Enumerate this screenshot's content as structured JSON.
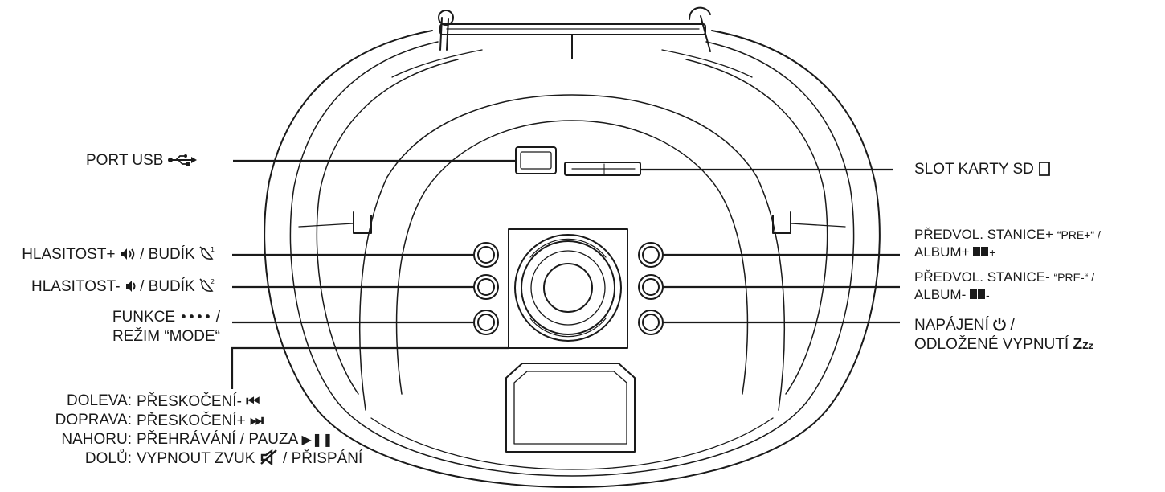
{
  "labels": {
    "usb": {
      "text": "PORT USB",
      "icon": "usb-icon"
    },
    "vol_up": {
      "text": "HLASITOST+",
      "sep": "/ BUDÍK",
      "icon": "volume-up-icon",
      "icon2": "alarm-1-icon"
    },
    "vol_down": {
      "text": "HLASITOST-",
      "sep": "/ BUDÍK",
      "icon": "volume-down-icon",
      "icon2": "alarm-2-icon"
    },
    "funkce": {
      "line1": "FUNKCE",
      "line1_end": "/",
      "line2": "REŽIM “MODE“",
      "icon": "dots-icon"
    },
    "sd": {
      "text": "SLOT KARTY SD",
      "icon": "sd-card-icon"
    },
    "preset_up": {
      "line1": "PŘEDVOL. STANICE+",
      "quote": "“PRE+“ /",
      "line2": "ALBUM+",
      "suffix": "+",
      "icon": "album-icon"
    },
    "preset_down": {
      "line1": "PŘEDVOL. STANICE-",
      "quote": "“PRE-“ /",
      "line2": "ALBUM-",
      "suffix": "-",
      "icon": "album-icon"
    },
    "power": {
      "line1": "NAPÁJENÍ",
      "line1_end": "/",
      "line2": "ODLOŽENÉ VYPNUTÍ",
      "icon": "power-icon",
      "icon2": "sleep-zzz-icon"
    },
    "nav": [
      {
        "dir": "DOLEVA:",
        "text": "PŘESKOČENÍ-",
        "icon": "skip-back-icon"
      },
      {
        "dir": "DOPRAVA:",
        "text": "PŘESKOČENÍ+",
        "icon": "skip-forward-icon"
      },
      {
        "dir": "NAHORU:",
        "text": "PŘEHRÁVÁNÍ / PAUZA",
        "icon": "play-pause-icon"
      },
      {
        "dir": "DOLŮ:",
        "text": "VYPNOUT ZVUK",
        "text2": "/ PŘISPÁNÍ",
        "icon": "mute-icon"
      }
    ]
  },
  "glyphs": {
    "dots": "••••",
    "skip_back": "⏮",
    "skip_fwd": "⏭",
    "play_pause": "▶❚❚",
    "power": "⏻",
    "zzz_big": "Z",
    "zzz_mid": "z",
    "zzz_small": "z"
  },
  "colors": {
    "ink": "#1a1a1a",
    "background": "#ffffff"
  }
}
